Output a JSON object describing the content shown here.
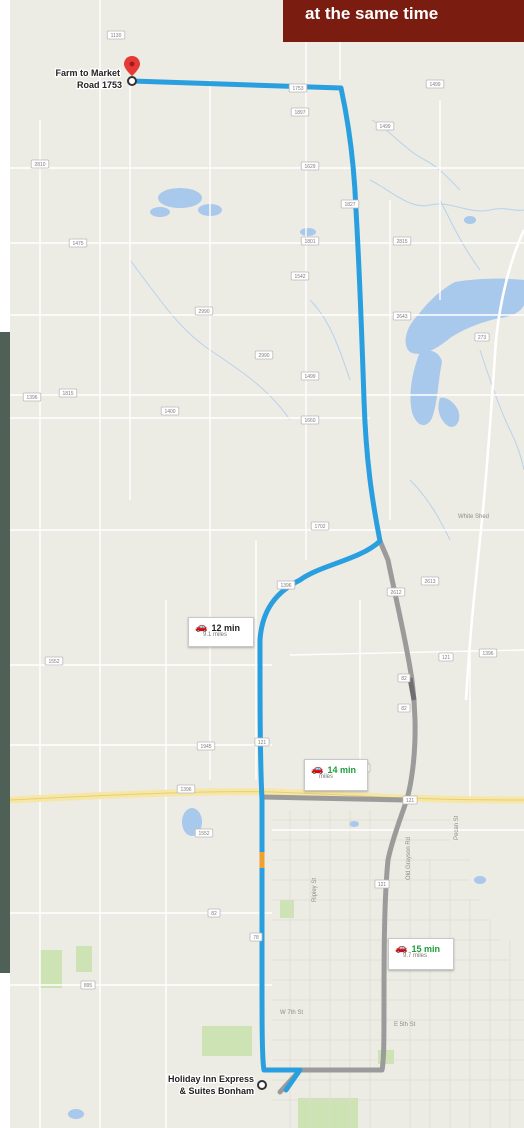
{
  "banner": {
    "text": "at the same time"
  },
  "origin": {
    "label_line1": "Farm to Market",
    "label_line2": "Road 1753"
  },
  "destination": {
    "label_line1": "Holiday Inn Express",
    "label_line2": "& Suites Bonham"
  },
  "routes": [
    {
      "time": "12 min",
      "distance": "9.1 miles",
      "selected": true
    },
    {
      "time": "14 min",
      "distance": "miles",
      "selected": false
    },
    {
      "time": "15 min",
      "distance": "9.7 miles",
      "selected": false
    }
  ],
  "colors": {
    "map_bg": "#ecebe4",
    "route_selected": "#2a9fe0",
    "route_alt": "#9b9b9b",
    "water": "#a8c8ec",
    "banner_bg": "#7a1c10",
    "side_panel": "#4f6057",
    "pin": "#e53935",
    "alt_time": "#1e9e3a",
    "traffic": "#f0a030"
  },
  "icons": {
    "pin": "map-pin-icon",
    "origin": "origin-circle-icon",
    "destination": "destination-circle-icon",
    "car": "car-icon"
  },
  "road_shields": [
    "1130",
    "1753",
    "1499",
    "1897",
    "1499",
    "2810",
    "1629",
    "1827",
    "1475",
    "1801",
    "2815",
    "1542",
    "2643",
    "2990",
    "273",
    "2990",
    "1396",
    "1815",
    "1499",
    "1400",
    "1660",
    "1702",
    "2613",
    "1396",
    "2612",
    "121",
    "1396",
    "82",
    "82",
    "1552",
    "121",
    "1945",
    "1396",
    "121",
    "56",
    "1552",
    "82",
    "121",
    "78",
    "895"
  ],
  "town_labels": [
    "White Shed",
    "Old Grayson Rd",
    "Ripley St",
    "W 7th St",
    "E 5th St",
    "Pecan St"
  ]
}
